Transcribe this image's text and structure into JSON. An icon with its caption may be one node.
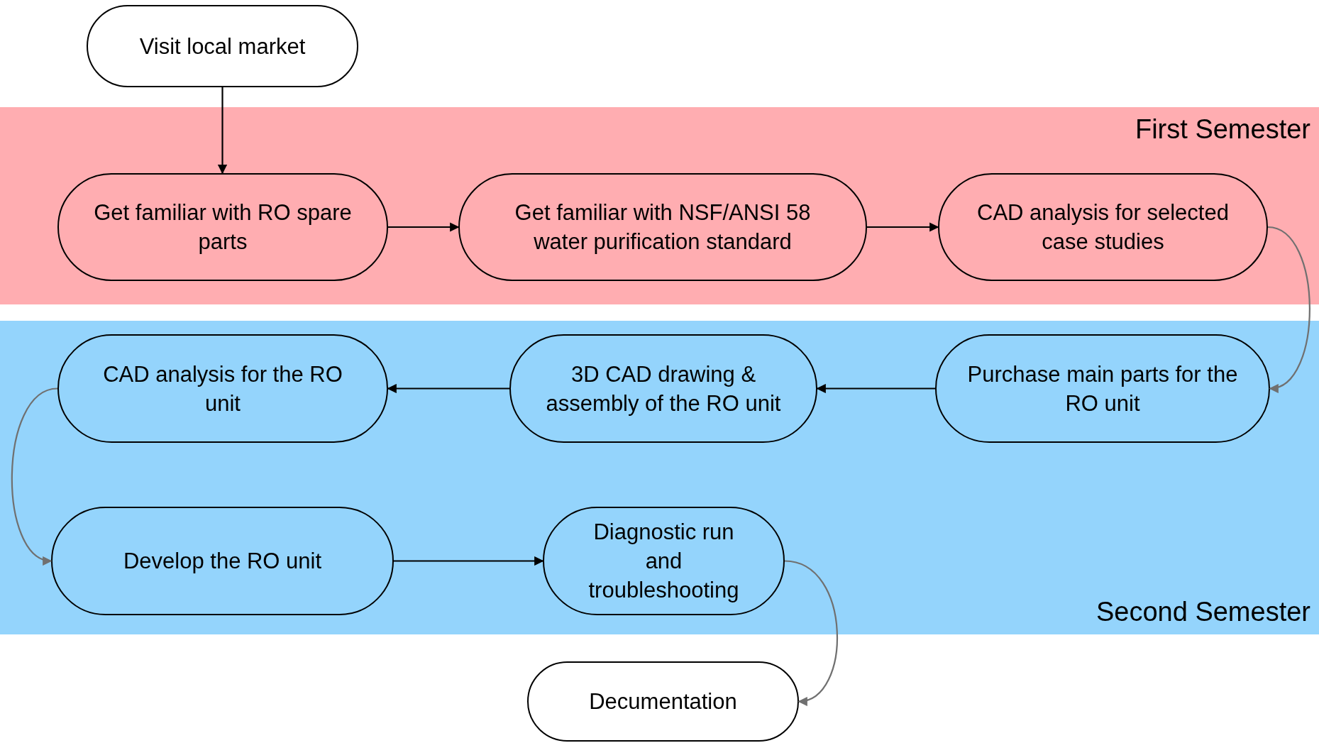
{
  "diagram": {
    "nodes": [
      {
        "text": [
          "Visit local market"
        ]
      },
      {
        "text": [
          "First Semester"
        ]
      },
      {
        "text": [
          "Get familiar with RO spare parts"
        ],
        "in": 1
      },
      {
        "text": [
          "Get familiar with NSF/ANSI 58 water purification standard"
        ],
        "in": 1
      },
      {
        "text": [
          "CAD analysis for selected case studies"
        ],
        "in": 1
      },
      {
        "text": [
          "Second Semester"
        ]
      },
      {
        "text": [
          "CAD analysis for the RO unit"
        ],
        "in": 5
      },
      {
        "text": [
          "3D CAD drawing & assembly of the RO unit"
        ],
        "in": 5
      },
      {
        "text": [
          "Purchase main parts for the RO unit"
        ],
        "in": 5
      },
      {
        "text": [
          "Develop the RO unit"
        ],
        "in": 5
      },
      {
        "text": [
          "Diagnostic run and troubleshooting"
        ],
        "in": 5
      },
      {
        "text": [
          "Decumentation"
        ]
      }
    ],
    "edges": [
      {
        "from": 0,
        "to": 2,
        "arrow": "to"
      },
      {
        "from": 2,
        "to": 3,
        "arrow": "to"
      },
      {
        "from": 3,
        "to": 4,
        "arrow": "to"
      },
      {
        "from": 4,
        "to": 8,
        "arrow": "to",
        "color": "#707070"
      },
      {
        "from": 8,
        "to": 7,
        "arrow": "to"
      },
      {
        "from": 7,
        "to": 6,
        "arrow": "to"
      },
      {
        "from": 6,
        "to": 9,
        "arrow": "to",
        "color": "#707070"
      },
      {
        "from": 9,
        "to": 10,
        "arrow": "to"
      },
      {
        "from": 10,
        "to": 11,
        "arrow": "to",
        "color": "#707070"
      }
    ]
  }
}
